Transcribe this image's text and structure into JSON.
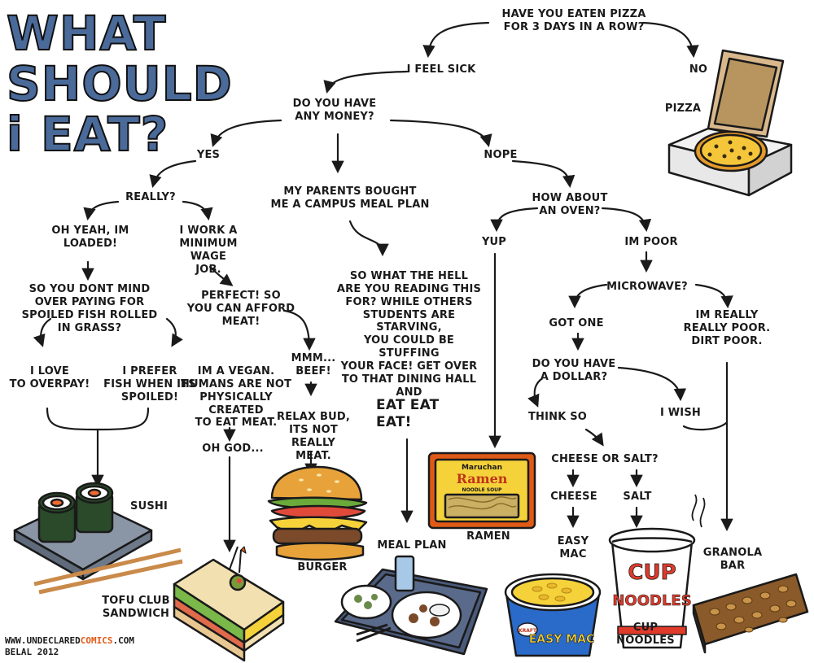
{
  "title": "WHAT SHOULD\ni EAT?",
  "credit": {
    "prefix": "WWW.UNDECLARED",
    "highlight": "COMICS",
    "suffix": ".COM",
    "author": "BELAL 2012"
  },
  "nodes": {
    "q_pizza": "HAVE YOU EATEN PIZZA\nFOR 3 DAYS IN A ROW?",
    "a_no": "NO",
    "r_pizza": "PIZZA",
    "a_sick": "I FEEL SICK",
    "q_money": "DO YOU HAVE\nANY MONEY?",
    "a_yes": "YES",
    "a_nope": "NOPE",
    "a_parents": "MY PARENTS BOUGHT\nME A CAMPUS MEAL PLAN",
    "q_really": "REALLY?",
    "a_loaded": "OH YEAH, IM\nLOADED!",
    "a_minwage": "I WORK A\nMINIMUM WAGE\nJOB.",
    "q_overpay": "SO YOU DONT MIND\nOVER PAYING FOR\nSPOILED FISH ROLLED\nIN GRASS?",
    "a_love": "I LOVE\nTO OVERPAY!",
    "a_prefer": "I PREFER\nFISH WHEN ITS\nSPOILED!",
    "r_sushi": "SUSHI",
    "q_perfect": "PERFECT! SO\nYOU CAN AFFORD\nMEAT!",
    "a_vegan": "IM A VEGAN.\nHUMANS ARE NOT\nPHYSICALLY CREATED\nTO EAT MEAT.",
    "a_ohgod": "OH GOD...",
    "a_beef": "MMM...\nBEEF!",
    "a_relax": "RELAX BUD,\nITS NOT REALLY\nMEAT.",
    "r_tofu": "TOFU CLUB\nSANDWICH",
    "r_burger": "BURGER",
    "q_hell": "SO WHAT THE HELL\nARE YOU READING THIS\nFOR? WHILE OTHERS\nSTUDENTS ARE STARVING,\nYOU COULD BE STUFFING\nYOUR FACE! GET OVER\nTO THAT DINING HALL\nAND",
    "q_hell_eat": "EAT EAT\nEAT!",
    "r_mealplan": "MEAL PLAN",
    "q_oven": "HOW ABOUT\nAN OVEN?",
    "a_yup": "YUP",
    "a_impoor": "IM POOR",
    "r_ramen": "RAMEN",
    "q_microwave": "MICROWAVE?",
    "a_gotone": "GOT ONE",
    "a_dirtpoor": "IM REALLY\nREALLY POOR.\nDIRT POOR.",
    "q_dollar": "DO YOU HAVE\nA DOLLAR?",
    "a_thinkso": "THINK SO",
    "a_iwish": "I WISH",
    "q_cheesesalt": "CHEESE OR SALT?",
    "a_cheese": "CHEESE",
    "a_salt": "SALT",
    "r_easymac": "EASY\nMAC",
    "r_cupnoodles": "CUP\nNOODLES",
    "r_granola": "GRANOLA\nBAR"
  },
  "package_text": {
    "ramen_brand": "Maruchan",
    "ramen_name": "Ramen",
    "ramen_sub": "NOODLE SOUP",
    "easymac_brand": "KRAFT",
    "easymac_name": "EASY MAC",
    "cup_line1": "CUP",
    "cup_line2": "NOODLES"
  },
  "colors": {
    "title_fill": "#4a6a9a",
    "ink": "#1a1a1a",
    "accent": "#e05a16"
  }
}
